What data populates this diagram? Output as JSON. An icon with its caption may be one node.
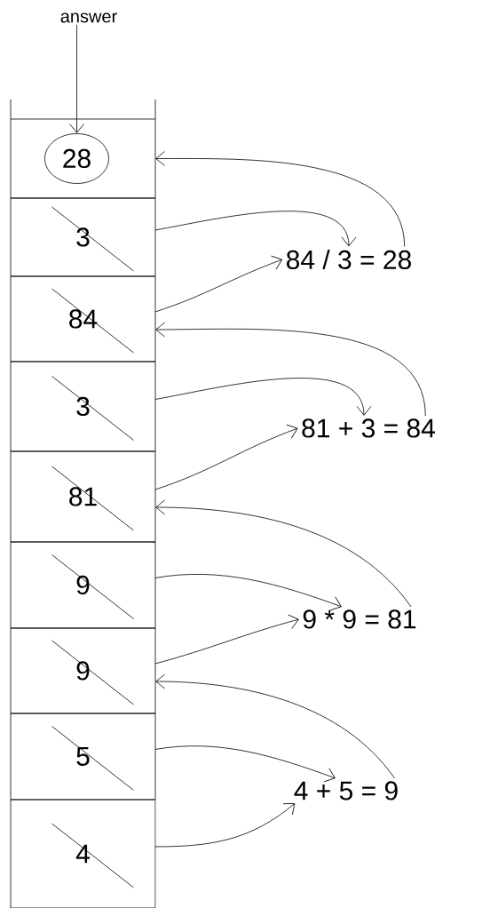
{
  "diagram": {
    "nodes": [
      {
        "text": [
          "answer"
        ]
      },
      {
        "text": [],
        "shape": "box"
      },
      {
        "text": [
          "28"
        ],
        "in": 1
      },
      {
        "text": [
          "3"
        ]
      },
      {
        "text": [
          "84"
        ]
      },
      {
        "text": [
          "3"
        ]
      },
      {
        "text": [
          "81"
        ]
      },
      {
        "text": [
          "9"
        ]
      },
      {
        "text": [
          "9"
        ]
      },
      {
        "text": [
          "5"
        ]
      },
      {
        "text": [
          "4"
        ]
      },
      {
        "text": [
          "84 / 3 = 28"
        ]
      },
      {
        "text": [
          "81 + 3 = 84"
        ]
      },
      {
        "text": [
          "9 * 9 = 81"
        ]
      },
      {
        "text": [
          "4 + 5 = 9"
        ]
      }
    ],
    "edges": [
      {
        "from": 0,
        "to": 2,
        "arrow": "to"
      },
      {
        "from": 3,
        "to": 11,
        "arrow": "to"
      },
      {
        "from": 4,
        "to": 11,
        "arrow": "to"
      },
      {
        "from": 11,
        "to": 1,
        "arrow": "to"
      },
      {
        "from": 5,
        "to": 12,
        "arrow": "to"
      },
      {
        "from": 6,
        "to": 12,
        "arrow": "to"
      },
      {
        "from": 12,
        "to": 4,
        "arrow": "to"
      },
      {
        "from": 7,
        "to": 13,
        "arrow": "to"
      },
      {
        "from": 8,
        "to": 13,
        "arrow": "to"
      },
      {
        "from": 13,
        "to": 6,
        "arrow": "to"
      },
      {
        "from": 9,
        "to": 14,
        "arrow": "to"
      },
      {
        "from": 10,
        "to": 14,
        "arrow": "to"
      },
      {
        "from": 14,
        "to": 8,
        "arrow": "to"
      }
    ]
  }
}
